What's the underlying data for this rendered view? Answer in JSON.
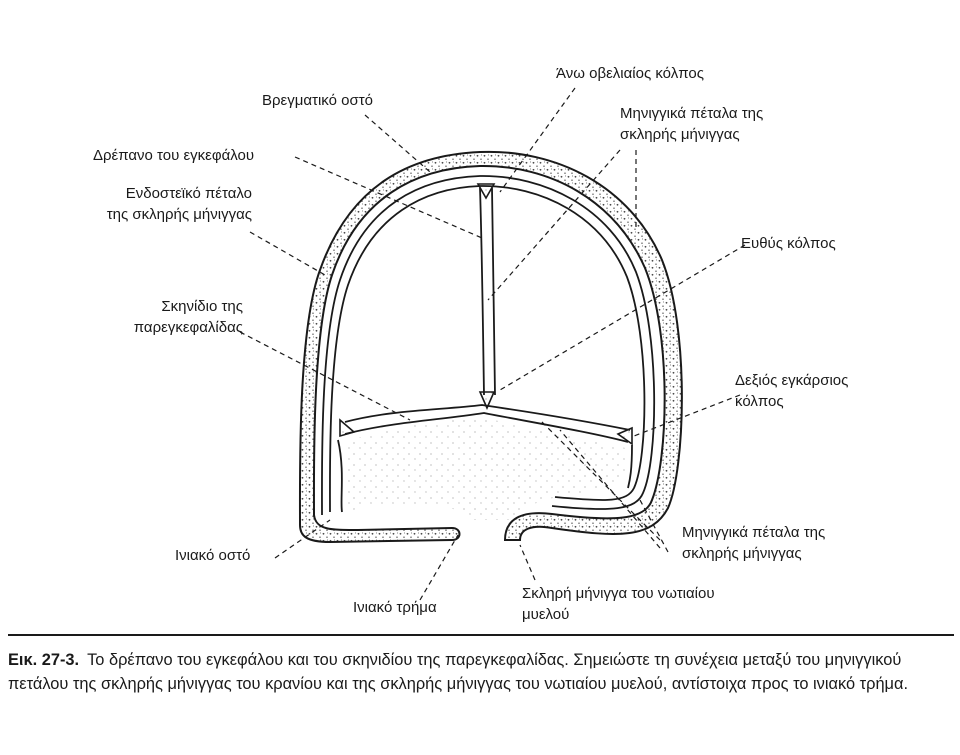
{
  "labels": {
    "bregmatiko_osto": "Βρεγματικό οστό",
    "ano_obeliaios_kolpos": "Άνω οβελιαίος κόλπος",
    "meningika_petala_top": [
      "Μηνιγγικά πέταλα της",
      "σκληρής μήνιγγας"
    ],
    "drepano": "Δρέπανο του εγκεφάλου",
    "endosteiko": [
      "Ενδοστεϊκό πέταλο",
      "της σκληρής μήνιγγας"
    ],
    "euthys_kolpos": "Ευθύς κόλπος",
    "skinidio": [
      "Σκηνίδιο της",
      "παρεγκεφαλίδας"
    ],
    "dexios": [
      "Δεξιός εγκάρσιος",
      "κόλπος"
    ],
    "meningika_petala_bottom": [
      "Μηνιγγικά πέταλα της",
      "σκληρής μήνιγγας"
    ],
    "iniako_osto": "Ινιακό οστό",
    "iniako_trima": "Ινιακό τρήμα",
    "skliri_notiaiou": [
      "Σκληρή μήνιγγα του νωτιαίου",
      "μυελού"
    ]
  },
  "caption": {
    "number": "Εικ. 27-3.",
    "text": "Το δρέπανο του εγκεφάλου και του σκηνιδίου της παρεγκεφαλίδας. Σημειώστε τη συνέχεια μεταξύ του μηνιγγικού πετάλου της σκληρής μήνιγγας του κρανίου και της σκληρής μήνιγγας του νωτιαίου μυελού, αντίστοιχα προς το ινιακό τρήμα."
  },
  "colors": {
    "ink": "#1a1a1a",
    "background": "#ffffff",
    "stipple": "#5a5a5a"
  }
}
